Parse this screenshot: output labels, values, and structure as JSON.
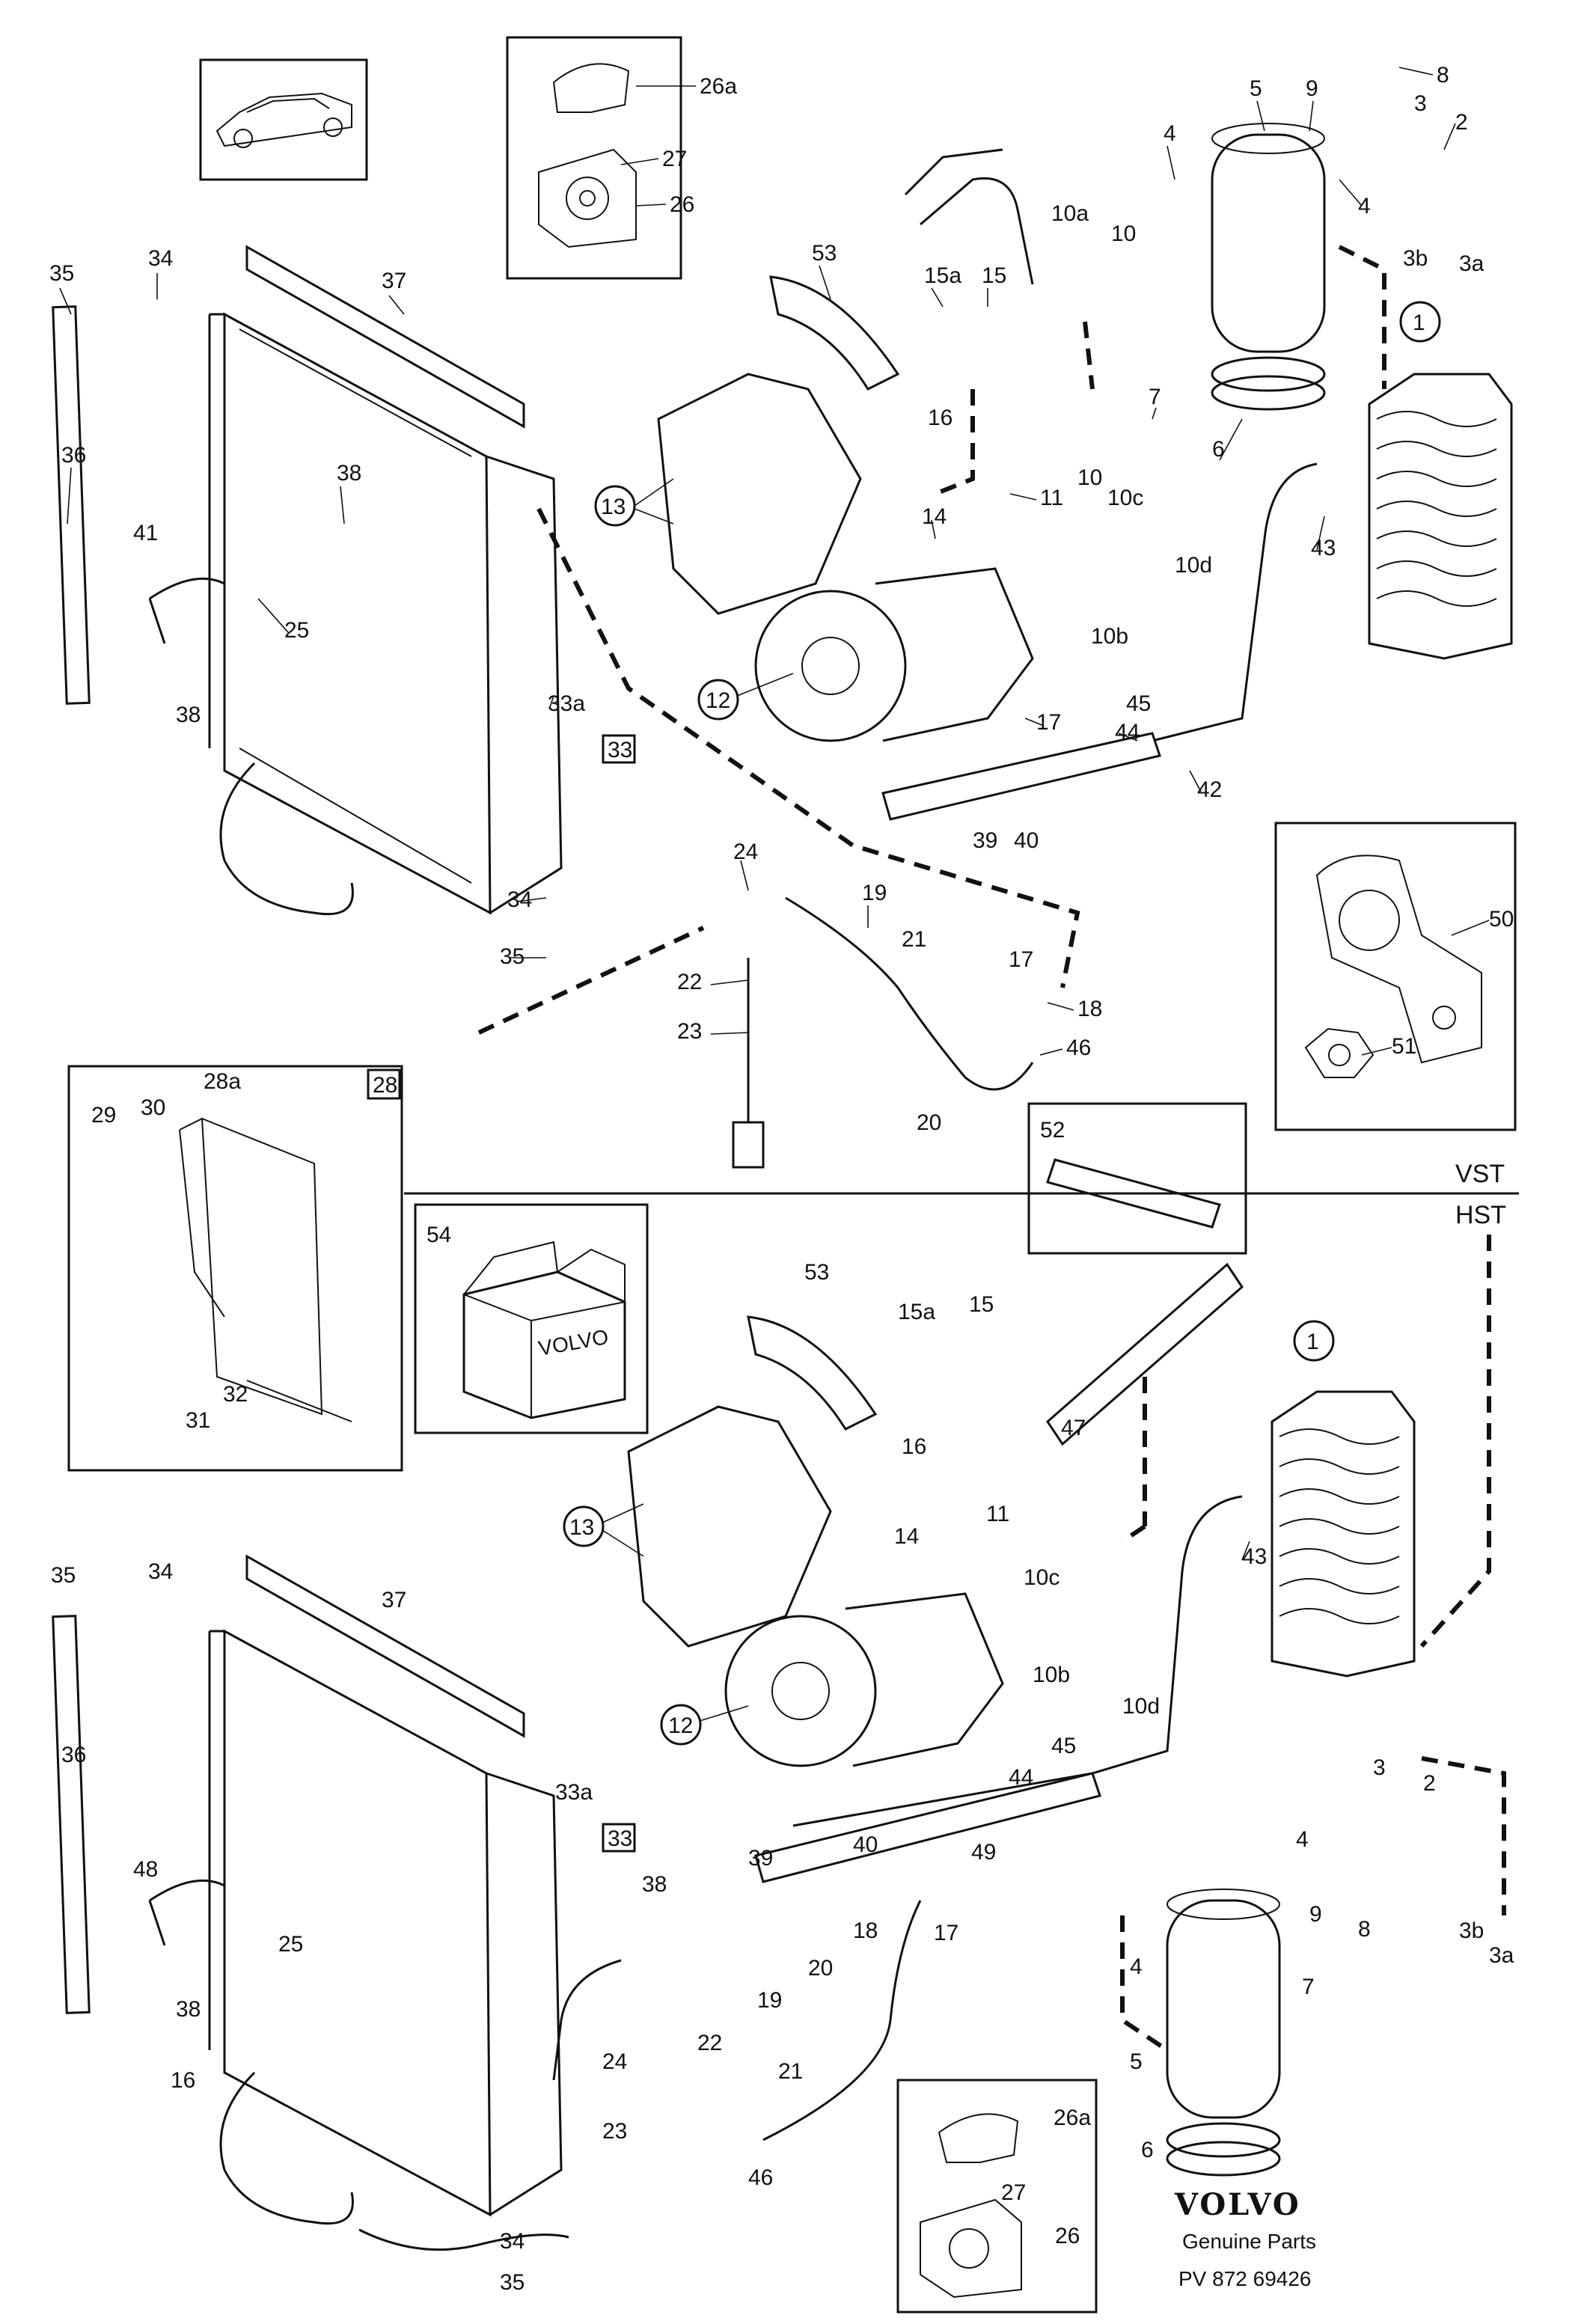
{
  "labels": {
    "c1a": "1",
    "c1b": "1",
    "n2a": "2",
    "n2b": "2",
    "n3a": "3",
    "n3b": "3",
    "n3aa": "3a",
    "n3ab": "3a",
    "n3ba": "3b",
    "n3bb": "3b",
    "n4a": "4",
    "n4b": "4",
    "n4c": "4",
    "n4d": "4",
    "n5a": "5",
    "n5b": "5",
    "n6a": "6",
    "n6b": "6",
    "n7a": "7",
    "n7b": "7",
    "n8a": "8",
    "n8b": "8",
    "n9a": "9",
    "n9b": "9",
    "n10": "10",
    "n10x": "10",
    "n10a": "10a",
    "n10ba": "10b",
    "n10bb": "10b",
    "n10ca": "10c",
    "n10cb": "10c",
    "n10da": "10d",
    "n10db": "10d",
    "n11a": "11",
    "n11b": "11",
    "c12a": "12",
    "c12b": "12",
    "c13a": "13",
    "c13b": "13",
    "n14a": "14",
    "n14b": "14",
    "n15a": "15",
    "n15b": "15",
    "n15aa": "15a",
    "n15ab": "15a",
    "n16a": "16",
    "n16b": "16",
    "n16c": "16",
    "n17a": "17",
    "n17b": "17",
    "n17c": "17",
    "n18a": "18",
    "n18b": "18",
    "n19a": "19",
    "n19b": "19",
    "n20a": "20",
    "n20b": "20",
    "n21a": "21",
    "n21b": "21",
    "n22a": "22",
    "n22b": "22",
    "n23a": "23",
    "n23b": "23",
    "n24a": "24",
    "n24b": "24",
    "n25a": "25",
    "n25b": "25",
    "n26a": "26",
    "n26b": "26",
    "n26aa": "26a",
    "n26ab": "26a",
    "n27a": "27",
    "n27b": "27",
    "b28": "28",
    "n28a": "28a",
    "n29": "29",
    "n30": "30",
    "n31": "31",
    "n32": "32",
    "b33a": "33",
    "b33b": "33",
    "n33aa": "33a",
    "n33ab": "33a",
    "n34a": "34",
    "n34b": "34",
    "n34c": "34",
    "n34d": "34",
    "n35a": "35",
    "n35b": "35",
    "n35c": "35",
    "n35d": "35",
    "n36a": "36",
    "n36b": "36",
    "n37a": "37",
    "n37b": "37",
    "n38a": "38",
    "n38b": "38",
    "n38c": "38",
    "n38d": "38",
    "n39a": "39",
    "n39b": "39",
    "n40a": "40",
    "n40b": "40",
    "n41": "41",
    "n42": "42",
    "n43a": "43",
    "n43b": "43",
    "n44a": "44",
    "n44b": "44",
    "n45a": "45",
    "n45b": "45",
    "n46a": "46",
    "n46b": "46",
    "n47": "47",
    "n48": "48",
    "n49": "49",
    "n50": "50",
    "n51": "51",
    "n52": "52",
    "n53a": "53",
    "n53b": "53",
    "n54": "54"
  },
  "sections": {
    "upper": "VST",
    "lower": "HST"
  },
  "brand": {
    "logo": "VOLVO",
    "tagline": "Genuine Parts",
    "doc_code": "PV 872 69426",
    "box_logo": "VOLVO"
  },
  "icons": [
    "car-icon",
    "volvo-box-icon"
  ]
}
